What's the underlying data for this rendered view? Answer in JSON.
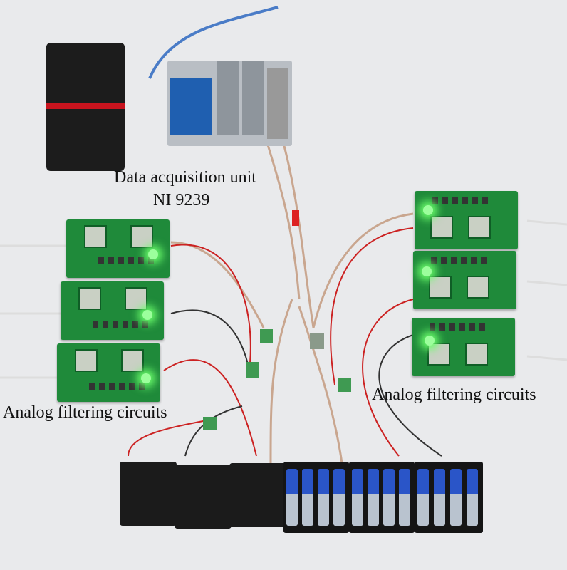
{
  "labels": {
    "daq_line1": "Data acquisition unit",
    "daq_line2": "NI 9239",
    "left_circuits": "Analog filtering circuits",
    "right_circuits": "Analog filtering circuits"
  },
  "colors": {
    "background": "#e9eaec",
    "pcb": "#1f8a3a",
    "led": "#6dff6d"
  }
}
